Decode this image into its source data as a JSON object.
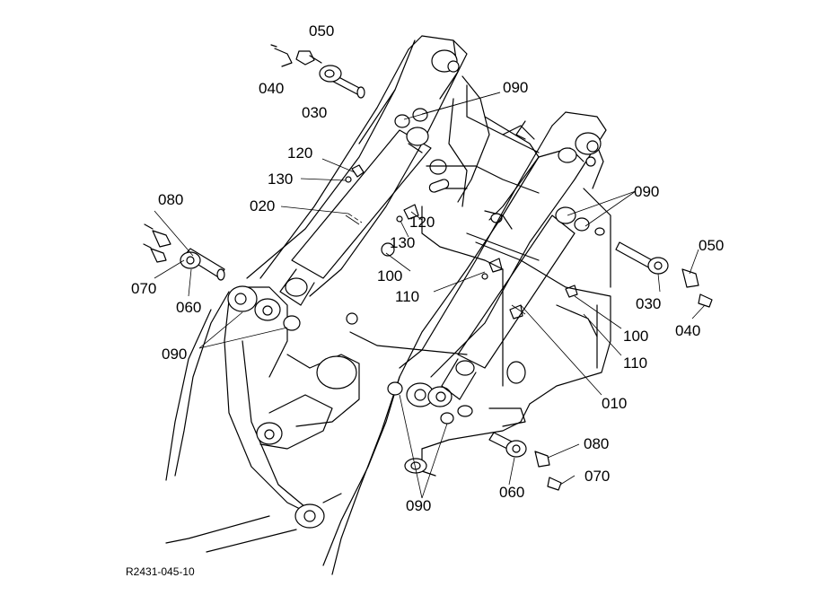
{
  "drawing": {
    "reference_code": "R2431-045-10"
  },
  "callouts": [
    {
      "id": "c050a",
      "text": "050"
    },
    {
      "id": "c040a",
      "text": "040"
    },
    {
      "id": "c030a",
      "text": "030"
    },
    {
      "id": "c090a",
      "text": "090"
    },
    {
      "id": "c120a",
      "text": "120"
    },
    {
      "id": "c130a",
      "text": "130"
    },
    {
      "id": "c020",
      "text": "020"
    },
    {
      "id": "c120b",
      "text": "120"
    },
    {
      "id": "c130b",
      "text": "130"
    },
    {
      "id": "c080a",
      "text": "080"
    },
    {
      "id": "c070a",
      "text": "070"
    },
    {
      "id": "c060a",
      "text": "060"
    },
    {
      "id": "c090b",
      "text": "090"
    },
    {
      "id": "c100a",
      "text": "100"
    },
    {
      "id": "c110a",
      "text": "110"
    },
    {
      "id": "c090c",
      "text": "090"
    },
    {
      "id": "c050b",
      "text": "050"
    },
    {
      "id": "c030b",
      "text": "030"
    },
    {
      "id": "c040b",
      "text": "040"
    },
    {
      "id": "c100b",
      "text": "100"
    },
    {
      "id": "c110b",
      "text": "110"
    },
    {
      "id": "c010",
      "text": "010"
    },
    {
      "id": "c080b",
      "text": "080"
    },
    {
      "id": "c070b",
      "text": "070"
    },
    {
      "id": "c060b",
      "text": "060"
    },
    {
      "id": "c090d",
      "text": "090"
    }
  ]
}
